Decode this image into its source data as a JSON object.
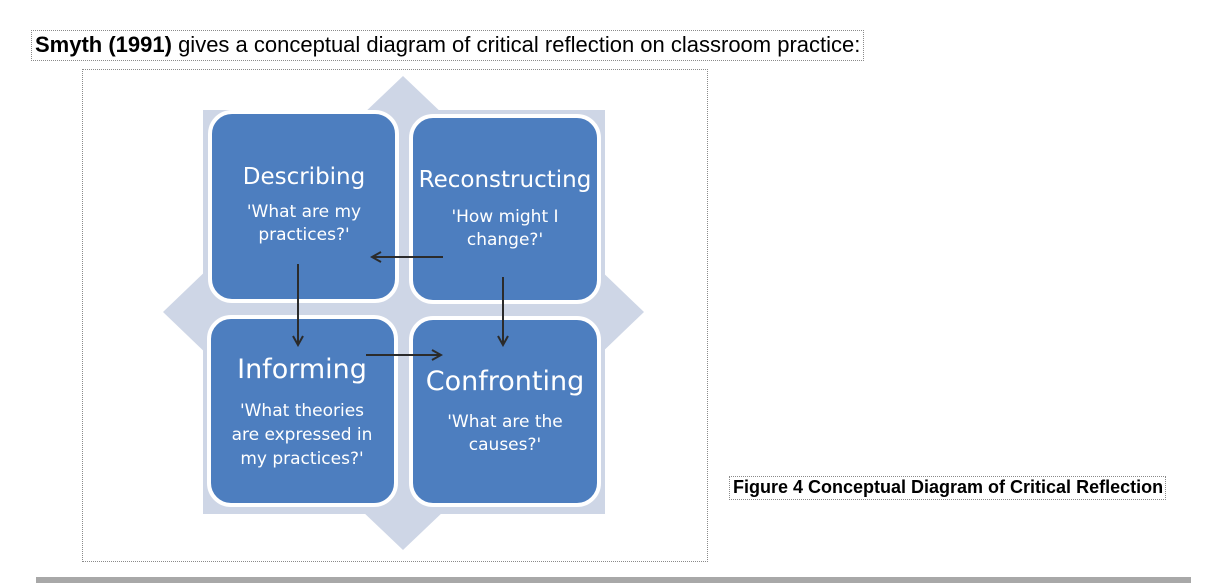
{
  "intro": {
    "citation": "Smyth (1991)",
    "rest": " gives a conceptual diagram of critical reflection on classroom practice:"
  },
  "diagram": {
    "colors": {
      "box_fill": "#4d7ebf",
      "box_border": "#ffffff",
      "background_arrow": "#ced6e6",
      "connector": "#2b2b2b",
      "text": "#ffffff"
    },
    "boxes": {
      "describing": {
        "title": "Describing",
        "lines": [
          "'What are my",
          "practices?'"
        ]
      },
      "reconstructing": {
        "title": "Reconstructing",
        "lines": [
          "'How might I",
          "change?'"
        ]
      },
      "informing": {
        "title": "Informing",
        "lines": [
          "'What theories",
          "are expressed in",
          "my practices?'"
        ]
      },
      "confronting": {
        "title": "Confronting",
        "lines": [
          "'What are the",
          "causes?'"
        ]
      }
    }
  },
  "caption": "Figure 4 Conceptual Diagram of Critical Reflection"
}
